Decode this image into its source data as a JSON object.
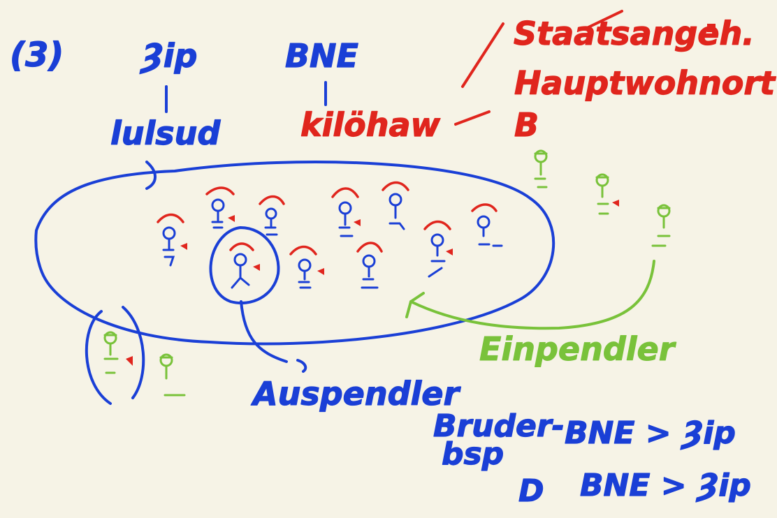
{
  "labels": {
    "number": "(3)",
    "left_top": "Ȝip",
    "left_bottom": "lulsud",
    "middle_top": "BNE",
    "middle_bottom": "kilöhaw",
    "red_note_1": "Staatsangeh.",
    "red_note_2": "Hauptwohnort",
    "red_note_3": "B",
    "emigration": "Auspendler",
    "immigration": "Einpendler",
    "bottom_note_1": "Bruder-",
    "bottom_note_2": "bsp",
    "bottom_rel_1": "BNE > Ȝip",
    "bottom_rel_2_prefix": "D",
    "bottom_rel_2": "BNE > Ȝip"
  },
  "colors": {
    "background": "#f6f3e6",
    "blue": "#1a3fd6",
    "red": "#e0251d",
    "green": "#79c23a"
  },
  "icons": {
    "person": "stick-figure-icon",
    "hat": "red-hat-icon",
    "tick": "red-tick-icon"
  }
}
